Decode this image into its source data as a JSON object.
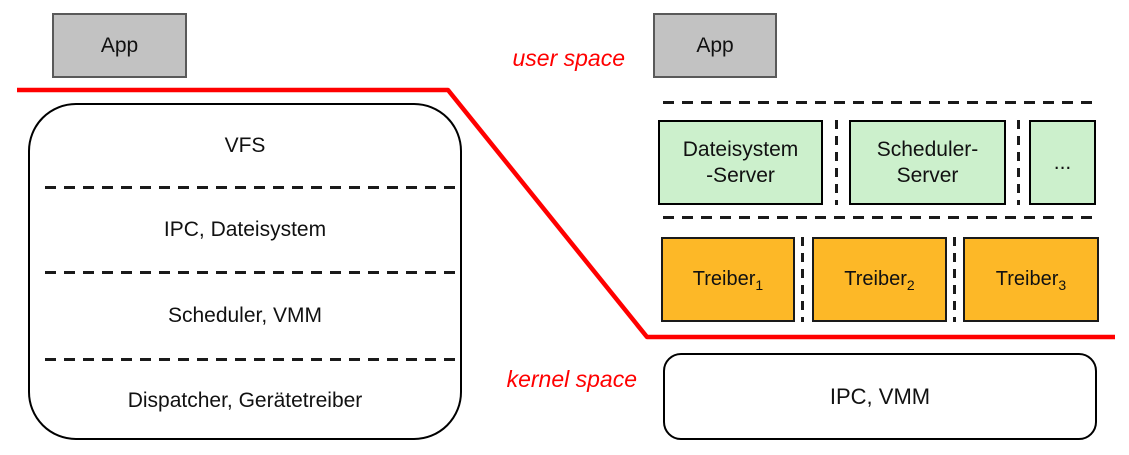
{
  "labels": {
    "user_space": "user space",
    "kernel_space": "kernel space"
  },
  "monolithic": {
    "app": "App",
    "layers": [
      "VFS",
      "IPC, Dateisystem",
      "Scheduler, VMM",
      "Dispatcher, Gerätetreiber"
    ]
  },
  "microkernel": {
    "app": "App",
    "servers": [
      {
        "line1": "Dateisystem",
        "line2": "-Server"
      },
      {
        "line1": "Scheduler-",
        "line2": "Server"
      },
      {
        "line1": "..."
      }
    ],
    "drivers": [
      {
        "name": "Treiber",
        "sub": "1"
      },
      {
        "name": "Treiber",
        "sub": "2"
      },
      {
        "name": "Treiber",
        "sub": "3"
      }
    ],
    "kernel": "IPC, VMM"
  },
  "colors": {
    "boundary_line": "#ff0000",
    "space_label_text": "#ff0000",
    "app_fill": "#c2c2c2",
    "app_border": "#595959",
    "server_fill": "#ccf0cc",
    "driver_fill": "#fdb827",
    "box_border": "#000000",
    "background": "#ffffff"
  }
}
